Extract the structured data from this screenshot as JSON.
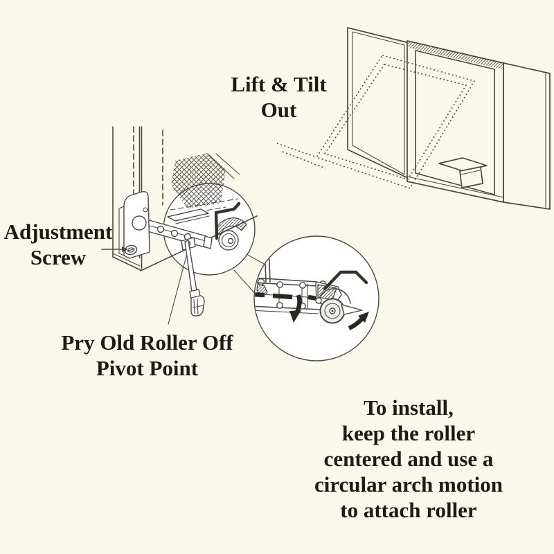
{
  "image": {
    "background_color": "#FAF8EA",
    "line_color": "#4A4843",
    "text_color": "#1D1B17",
    "arrow_fill_color": "#2B2824",
    "callout_fill_color": "#FFFFFF"
  },
  "annotations": {
    "lift_and_tilt": {
      "line1": "Lift & Tilt",
      "line2": "Out"
    },
    "adjustment_screw": {
      "line1": "Adjustment",
      "line2": "Screw"
    },
    "pry_roller": {
      "line1": "Pry Old Roller Off",
      "line2": "Pivot Point"
    },
    "install_note": {
      "line1": "To install,",
      "line2": "keep the roller",
      "line3": "centered and use a",
      "line4": "circular arch motion",
      "line5": "to attach roller"
    }
  },
  "illustrations": [
    "sliding-door-with-tilted-panel",
    "door-handle",
    "door-bottom-corner-with-roller",
    "screen-mesh-patch",
    "adjustment-screw",
    "hex-key",
    "screwdriver-prying-roller",
    "roller-detail-magnifier-circle",
    "rotation-direction-arrows"
  ]
}
